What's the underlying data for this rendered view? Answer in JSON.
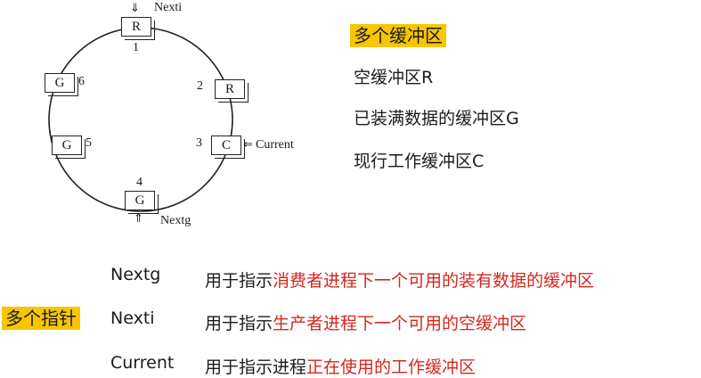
{
  "diagram": {
    "buffers": [
      {
        "label": "R",
        "number": "1"
      },
      {
        "label": "R",
        "number": "2"
      },
      {
        "label": "C",
        "number": "3"
      },
      {
        "label": "G",
        "number": "4"
      },
      {
        "label": "G",
        "number": "5"
      },
      {
        "label": "G",
        "number": "6"
      }
    ],
    "pointers": {
      "nexti": "Nexti",
      "current": "Current",
      "nextg": "Nextg"
    }
  },
  "legend": {
    "title": "多个缓冲区",
    "items": [
      "空缓冲区R",
      "已装满数据的缓冲区G",
      "现行工作缓冲区C"
    ]
  },
  "pointer_section": {
    "title": "多个指针",
    "rows": [
      {
        "name": "Nextg",
        "prefix": "用于指示",
        "highlight": "消费者进程下一个可用的装有数据的缓冲区",
        "suffix": ""
      },
      {
        "name": "Nexti",
        "prefix": "用于指示",
        "highlight": "生产者进程下一个可用的空缓冲区",
        "suffix": ""
      },
      {
        "name": "Current",
        "prefix": "用于指示进程",
        "highlight": "正在使用的工作缓冲区",
        "suffix": ""
      }
    ]
  }
}
